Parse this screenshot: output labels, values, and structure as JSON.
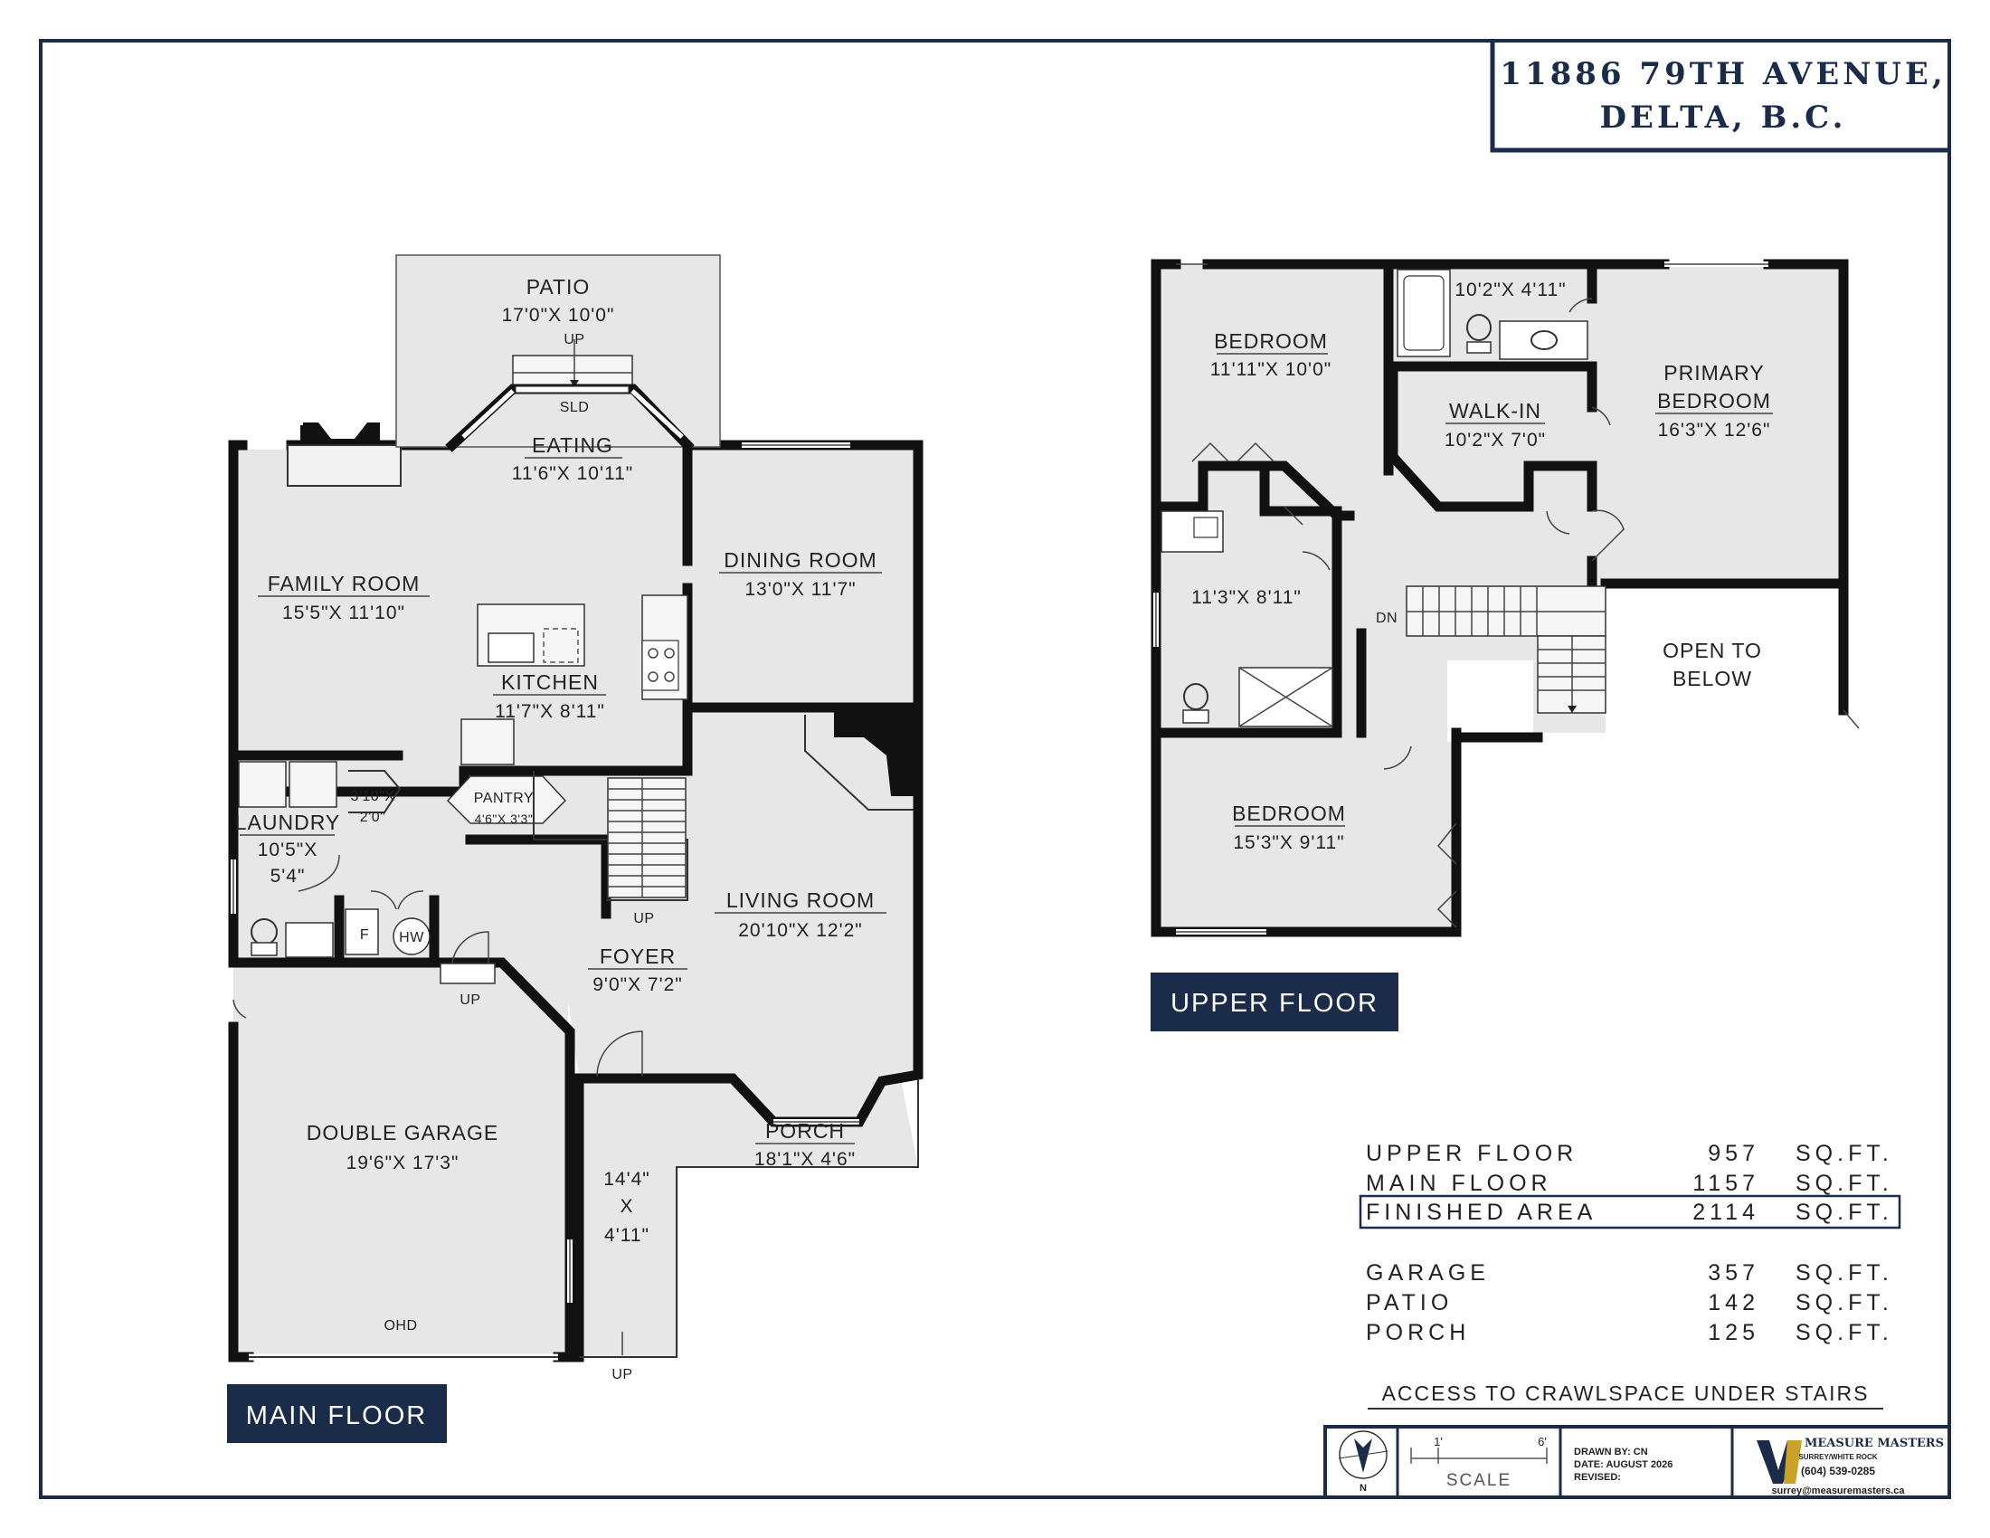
{
  "address": {
    "line1": "11886 79TH AVENUE,",
    "line2": "DELTA, B.C."
  },
  "main_floor": {
    "label": "MAIN FLOOR",
    "rooms": [
      {
        "name": "PATIO",
        "dims": "17'0\"X 10'0\""
      },
      {
        "name": "EATING",
        "dims": "11'6\"X 10'11\""
      },
      {
        "name": "FAMILY ROOM",
        "dims": "15'5\"X 11'10\""
      },
      {
        "name": "DINING ROOM",
        "dims": "13'0\"X 11'7\""
      },
      {
        "name": "KITCHEN",
        "dims": "11'7\"X 8'11\""
      },
      {
        "name": "PANTRY",
        "dims": "4'6\"X 3'3\""
      },
      {
        "name": "LAUNDRY",
        "dims": "10'5\"X",
        "dims2": "5'4\""
      },
      {
        "name": "",
        "dims": "3'10\"X",
        "dims2": "2'0\""
      },
      {
        "name": "LIVING ROOM",
        "dims": "20'10\"X 12'2\""
      },
      {
        "name": "FOYER",
        "dims": "9'0\"X 7'2\""
      },
      {
        "name": "PORCH",
        "dims": "18'1\"X 4'6\""
      },
      {
        "name": "DOUBLE GARAGE",
        "dims": "19'6\"X 17'3\""
      },
      {
        "name": "",
        "dims": "14'4\"",
        "dims2": "X",
        "dims3": "4'11\""
      }
    ],
    "labels": {
      "up_patio": "UP",
      "sld": "SLD",
      "up_stairs": "UP",
      "up_garage": "UP",
      "up_front": "UP",
      "ohd": "OHD",
      "f": "F",
      "hw": "HW"
    }
  },
  "upper_floor": {
    "label": "UPPER FLOOR",
    "rooms": [
      {
        "name": "BEDROOM",
        "dims": "11'11\"X 10'0\""
      },
      {
        "name": "",
        "dims": "10'2\"X 4'11\""
      },
      {
        "name": "PRIMARY",
        "name2": "BEDROOM",
        "dims": "16'3\"X 12'6\""
      },
      {
        "name": "WALK-IN",
        "dims": "10'2\"X 7'0\""
      },
      {
        "name": "",
        "dims": "11'3\"X 8'11\""
      },
      {
        "name": "OPEN TO",
        "name2": "BELOW",
        "dims": ""
      },
      {
        "name": "BEDROOM",
        "dims": "15'3\"X 9'11\""
      }
    ],
    "labels": {
      "dn": "DN"
    }
  },
  "areas": [
    {
      "label": "UPPER FLOOR",
      "value": "957",
      "unit": "SQ.FT."
    },
    {
      "label": "MAIN FLOOR",
      "value": "1157",
      "unit": "SQ.FT."
    },
    {
      "label": "FINISHED AREA",
      "value": "2114",
      "unit": "SQ.FT."
    },
    {
      "label": "GARAGE",
      "value": "357",
      "unit": "SQ.FT."
    },
    {
      "label": "PATIO",
      "value": "142",
      "unit": "SQ.FT."
    },
    {
      "label": "PORCH",
      "value": "125",
      "unit": "SQ.FT."
    }
  ],
  "note": "ACCESS TO CRAWLSPACE UNDER STAIRS",
  "footer": {
    "north": "N",
    "scale_label": "SCALE",
    "scale_start": "1'",
    "scale_end": "6'",
    "drawn_by": "DRAWN BY: CN",
    "date": "DATE: AUGUST 2026",
    "revised": "REVISED:",
    "company": "MEASURE MASTERS",
    "company_sub": "SURREY/WHITE ROCK",
    "phone": "(604) 539-0285",
    "email": "surrey@measuremasters.ca"
  },
  "colors": {
    "frame": "#1a2c4a",
    "banner": "#1a2c4a",
    "floor": "#e7e7e7",
    "wall": "#111111",
    "logo": "#1a2c4a"
  }
}
